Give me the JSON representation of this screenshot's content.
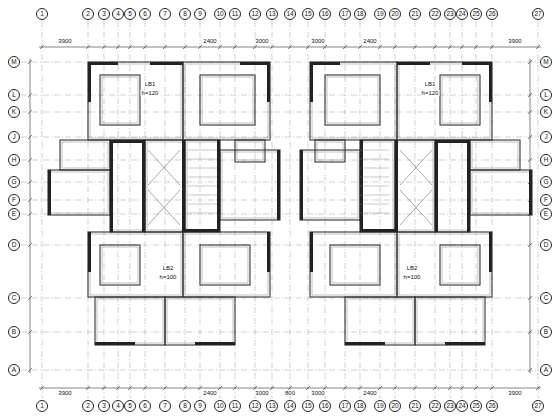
{
  "diagram": {
    "nodes": [
      {
        "text": [
          "1"
        ]
      },
      {
        "text": [
          "2"
        ]
      },
      {
        "text": [
          "3"
        ]
      },
      {
        "text": [
          "4"
        ]
      },
      {
        "text": [
          "5"
        ]
      },
      {
        "text": [
          "6"
        ]
      },
      {
        "text": [
          "7"
        ]
      },
      {
        "text": [
          "8"
        ]
      },
      {
        "text": [
          "9"
        ]
      },
      {
        "text": [
          "10"
        ]
      },
      {
        "text": [
          "11"
        ]
      },
      {
        "text": [
          "12"
        ]
      },
      {
        "text": [
          "13"
        ]
      },
      {
        "text": [
          "14"
        ]
      },
      {
        "text": [
          "15"
        ]
      },
      {
        "text": [
          "16"
        ]
      },
      {
        "text": [
          "17"
        ]
      },
      {
        "text": [
          "18"
        ]
      },
      {
        "text": [
          "19"
        ]
      },
      {
        "text": [
          "20"
        ]
      },
      {
        "text": [
          "21"
        ]
      },
      {
        "text": [
          "22"
        ]
      },
      {
        "text": [
          "23"
        ]
      },
      {
        "text": [
          "24"
        ]
      },
      {
        "text": [
          "25"
        ]
      },
      {
        "text": [
          "26"
        ]
      },
      {
        "text": [
          "27"
        ]
      },
      {
        "text": [
          "M"
        ]
      },
      {
        "text": [
          "M"
        ]
      },
      {
        "text": [
          "L"
        ]
      },
      {
        "text": [
          "L"
        ]
      },
      {
        "text": [
          "K"
        ]
      },
      {
        "text": [
          "K"
        ]
      },
      {
        "text": [
          "J"
        ]
      },
      {
        "text": [
          "J"
        ]
      },
      {
        "text": [
          "H"
        ]
      },
      {
        "text": [
          "H"
        ]
      },
      {
        "text": [
          "G"
        ]
      },
      {
        "text": [
          "G"
        ]
      },
      {
        "text": [
          "F"
        ]
      },
      {
        "text": [
          "F"
        ]
      },
      {
        "text": [
          "E"
        ]
      },
      {
        "text": [
          "E"
        ]
      },
      {
        "text": [
          "D"
        ]
      },
      {
        "text": [
          "D"
        ]
      },
      {
        "text": [
          "C"
        ]
      },
      {
        "text": [
          "C"
        ]
      },
      {
        "text": [
          "B"
        ]
      },
      {
        "text": [
          "B"
        ]
      },
      {
        "text": [
          "A"
        ]
      },
      {
        "text": [
          "A"
        ]
      },
      {
        "text": [
          "1"
        ]
      },
      {
        "text": [
          "2"
        ]
      },
      {
        "text": [
          "3"
        ]
      },
      {
        "text": [
          "4"
        ]
      },
      {
        "text": [
          "5"
        ]
      },
      {
        "text": [
          "6"
        ]
      },
      {
        "text": [
          "7"
        ]
      },
      {
        "text": [
          "8"
        ]
      },
      {
        "text": [
          "9"
        ]
      },
      {
        "text": [
          "10"
        ]
      },
      {
        "text": [
          "11"
        ]
      },
      {
        "text": [
          "12"
        ]
      },
      {
        "text": [
          "13"
        ]
      },
      {
        "text": [
          "14"
        ]
      },
      {
        "text": [
          "15"
        ]
      },
      {
        "text": [
          "16"
        ]
      },
      {
        "text": [
          "17"
        ]
      },
      {
        "text": [
          "18"
        ]
      },
      {
        "text": [
          "19"
        ]
      },
      {
        "text": [
          "20"
        ]
      },
      {
        "text": [
          "21"
        ]
      },
      {
        "text": [
          "22"
        ]
      },
      {
        "text": [
          "23"
        ]
      },
      {
        "text": [
          "24"
        ]
      },
      {
        "text": [
          "25"
        ]
      },
      {
        "text": [
          "26"
        ]
      },
      {
        "text": [
          "27"
        ]
      }
    ],
    "labels": [
      "3900",
      "2400",
      "3000",
      "3000",
      "2400",
      "3900",
      "3900",
      "2400",
      "3000",
      "800",
      "3000",
      "2400",
      "3900",
      "LB1",
      "h=120",
      "LB2",
      "h=100",
      "LB1",
      "h=120",
      "LB2",
      "h=100"
    ]
  }
}
